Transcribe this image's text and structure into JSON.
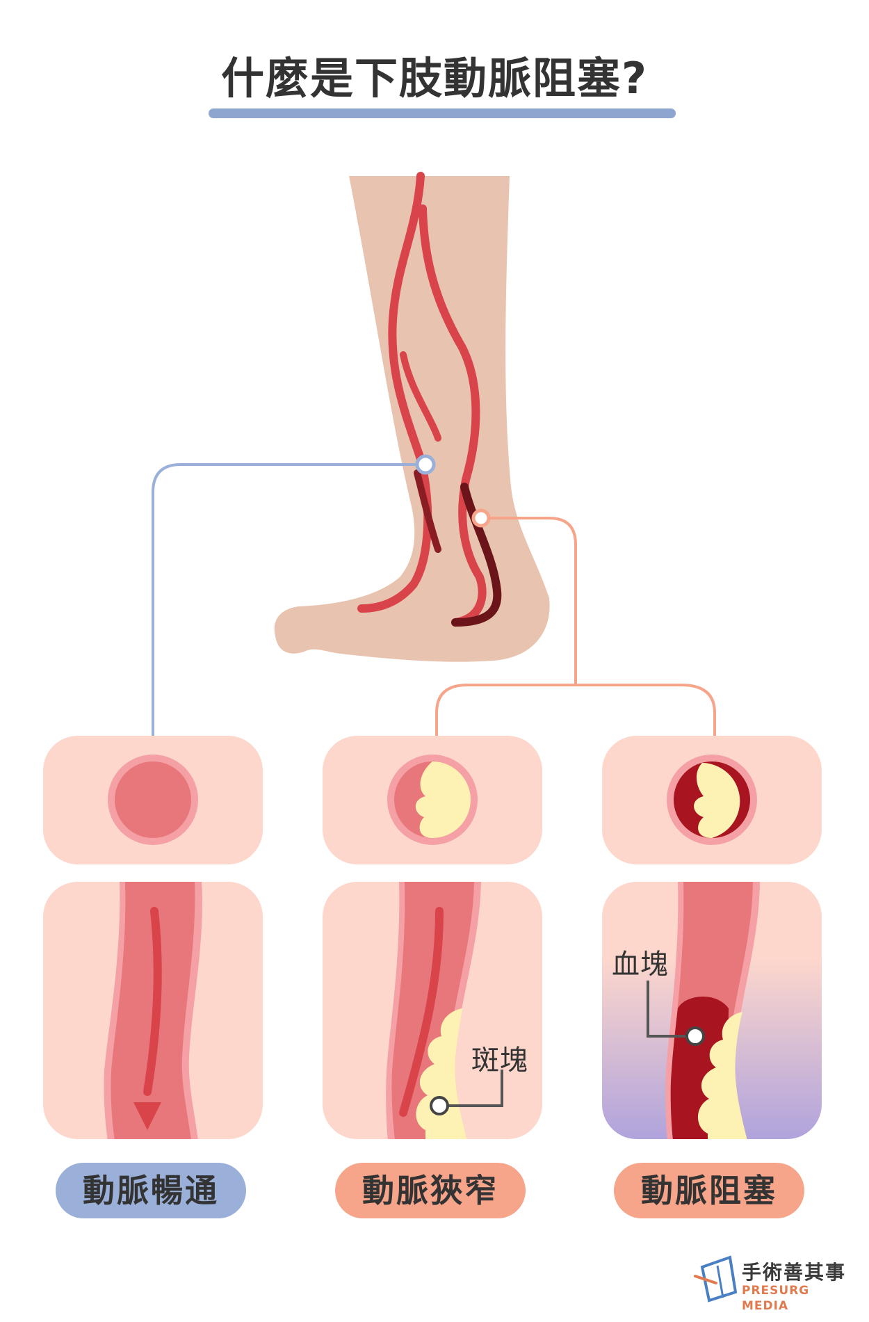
{
  "title": "什麼是下肢動脈阻塞?",
  "states": [
    {
      "label": "動脈暢通"
    },
    {
      "label": "動脈狹窄",
      "callout": "斑塊"
    },
    {
      "label": "動脈阻塞",
      "callout": "血塊"
    }
  ],
  "brand": {
    "name_zh": "手術善其事",
    "name_en": "PRESURG MEDIA"
  },
  "colors": {
    "skin": "#e8c4b0",
    "artery": "#d9434a",
    "artery_dark": "#6b1419",
    "panel": "#fdd7cc",
    "plaque": "#fdf2b4",
    "clot": "#a8141f",
    "blue_line": "#9ab0d8",
    "orange_line": "#f6a58a",
    "purple": "#b0a3dc"
  }
}
